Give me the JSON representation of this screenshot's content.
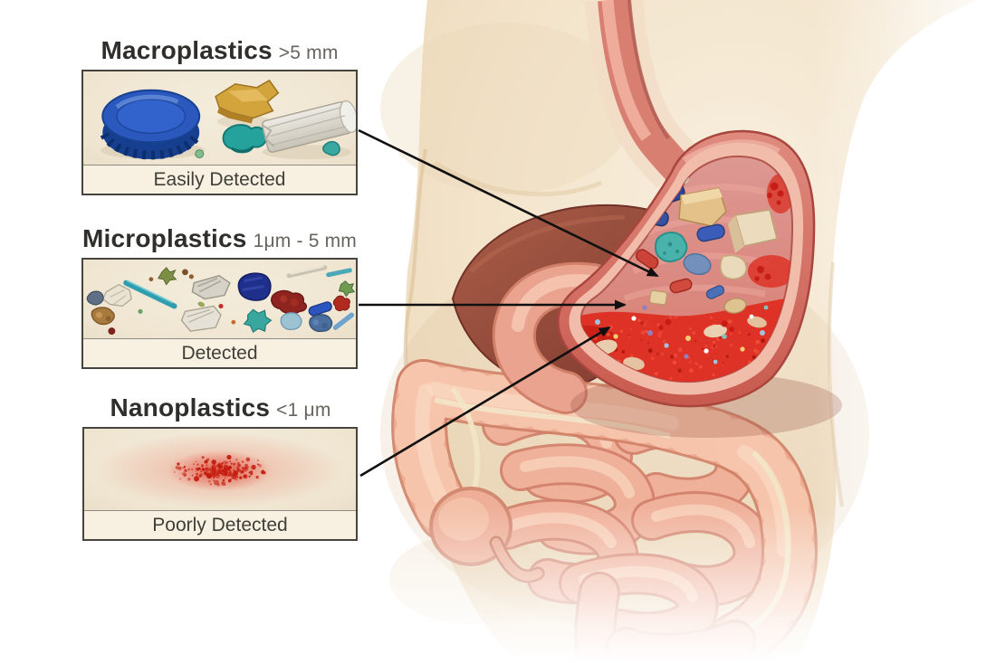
{
  "figure": {
    "panels": [
      {
        "id": "macroplastics",
        "title": "Macroplastics",
        "size_label": ">5 mm",
        "caption": "Easily Detected",
        "art_icons": [
          "bottle-cap",
          "gold-plastic-fragment",
          "teal-plastic-fragment",
          "cigarette-filter",
          "green-pellet"
        ]
      },
      {
        "id": "microplastics",
        "title": "Microplastics",
        "size_label": "1μm - 5 mm",
        "caption": "Detected",
        "art_icons": [
          "plastic-fragment-scatter"
        ]
      },
      {
        "id": "nanoplastics",
        "title": "Nanoplastics",
        "size_label": "<1 μm",
        "caption": "Poorly Detected",
        "art_icons": [
          "nanoparticle-scatter"
        ]
      }
    ],
    "arrows": [
      {
        "from": "macroplastics",
        "to": "stomach-contents-upper"
      },
      {
        "from": "microplastics",
        "to": "stomach-contents-middle"
      },
      {
        "from": "nanoplastics",
        "to": "stomach-contents-lower"
      }
    ],
    "illustration": "human torso with cut-open stomach containing plastic debris, liver and intestines"
  },
  "theme": {
    "box_bg": "#f1e8d6",
    "box_border": "#45443e",
    "caption_bg": "#f8f1e2",
    "title_color": "#2f2e2a",
    "size_color": "#67645d",
    "caption_color": "#403e39",
    "arrow_color": "#101010",
    "skin": "#f3e4cb",
    "liver": "#9a4f3f",
    "stomach_wall": "#cf6055",
    "stomach_rim": "#f2bcab",
    "stomach_interior": "#dc9089",
    "red_fluid": "#e02b20",
    "intestine": "#f0b19b",
    "nano_dot": "#c41d10"
  }
}
